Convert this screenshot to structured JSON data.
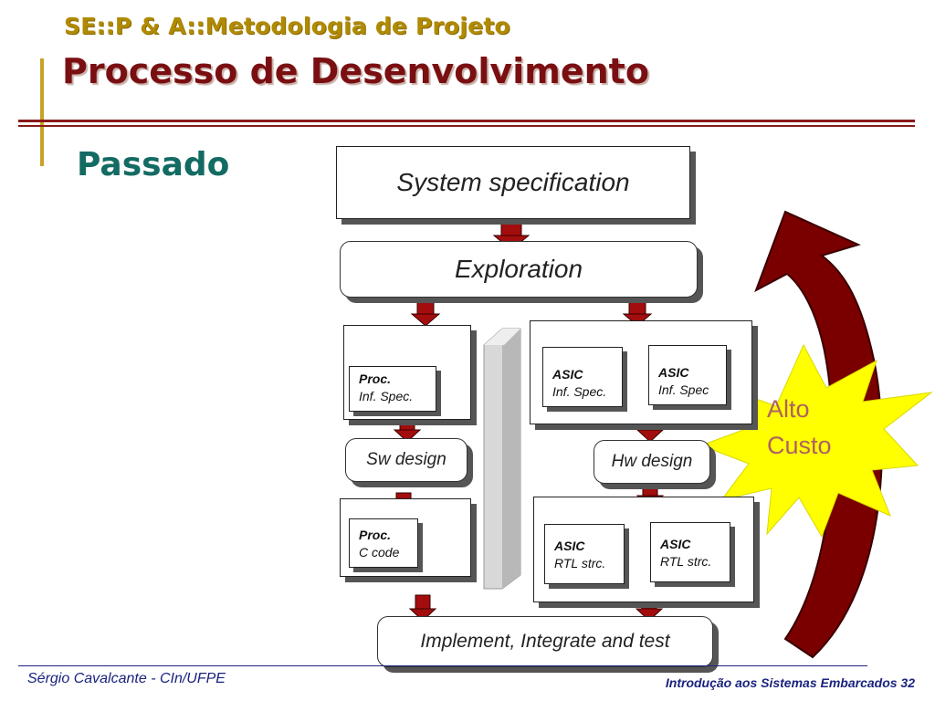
{
  "header": {
    "subtitle": "SE::P & A::Metodologia de Projeto",
    "title": "Processo de Desenvolvimento"
  },
  "section_heading": "Passado",
  "diagram": {
    "system_spec": "System specification",
    "exploration": "Exploration",
    "proc_inf": {
      "title": "Proc.",
      "sub": "Inf. Spec."
    },
    "asic_inf_1": {
      "title": "ASIC",
      "sub": "Inf. Spec."
    },
    "asic_inf_2": {
      "title": "ASIC",
      "sub": "Inf. Spec"
    },
    "sw_design": "Sw design",
    "hw_design": "Hw design",
    "proc_code": {
      "title": "Proc.",
      "sub": "C code"
    },
    "asic_rtl_1": {
      "title": "ASIC",
      "sub": "RTL strc."
    },
    "asic_rtl_2": {
      "title": "ASIC",
      "sub": "RTL strc."
    },
    "implement": "Implement, Integrate and test",
    "cost_line1": "Alto",
    "cost_line2": "Custo"
  },
  "footer": {
    "author": "Sérgio Cavalcante - CIn/UFPE",
    "course": "Introdução aos Sistemas Embarcados 32"
  },
  "colors": {
    "arrow": "#a40d0d",
    "star": "#ffff00",
    "title": "#7a0f12",
    "subtitle": "#b08a00",
    "teal": "#136b63"
  }
}
